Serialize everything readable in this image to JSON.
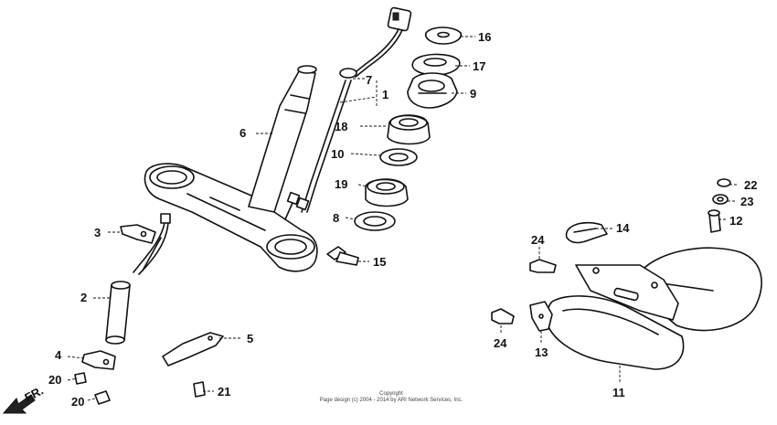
{
  "diagram": {
    "front_marker": "FR.",
    "copyright_line1": "Copyright",
    "copyright_line2": "Page design (c) 2004 - 2014 by ARI Network Services, Inc.",
    "callouts": {
      "c1": "1",
      "c2": "2",
      "c3": "3",
      "c4": "4",
      "c5": "5",
      "c6": "6",
      "c7": "7",
      "c8": "8",
      "c9": "9",
      "c10": "10",
      "c11": "11",
      "c12": "12",
      "c13": "13",
      "c14": "14",
      "c15": "15",
      "c16": "16",
      "c17": "17",
      "c18": "18",
      "c19": "19",
      "c20a": "20",
      "c20b": "20",
      "c21": "21",
      "c22": "22",
      "c23": "23",
      "c24a": "24",
      "c24b": "24"
    }
  }
}
